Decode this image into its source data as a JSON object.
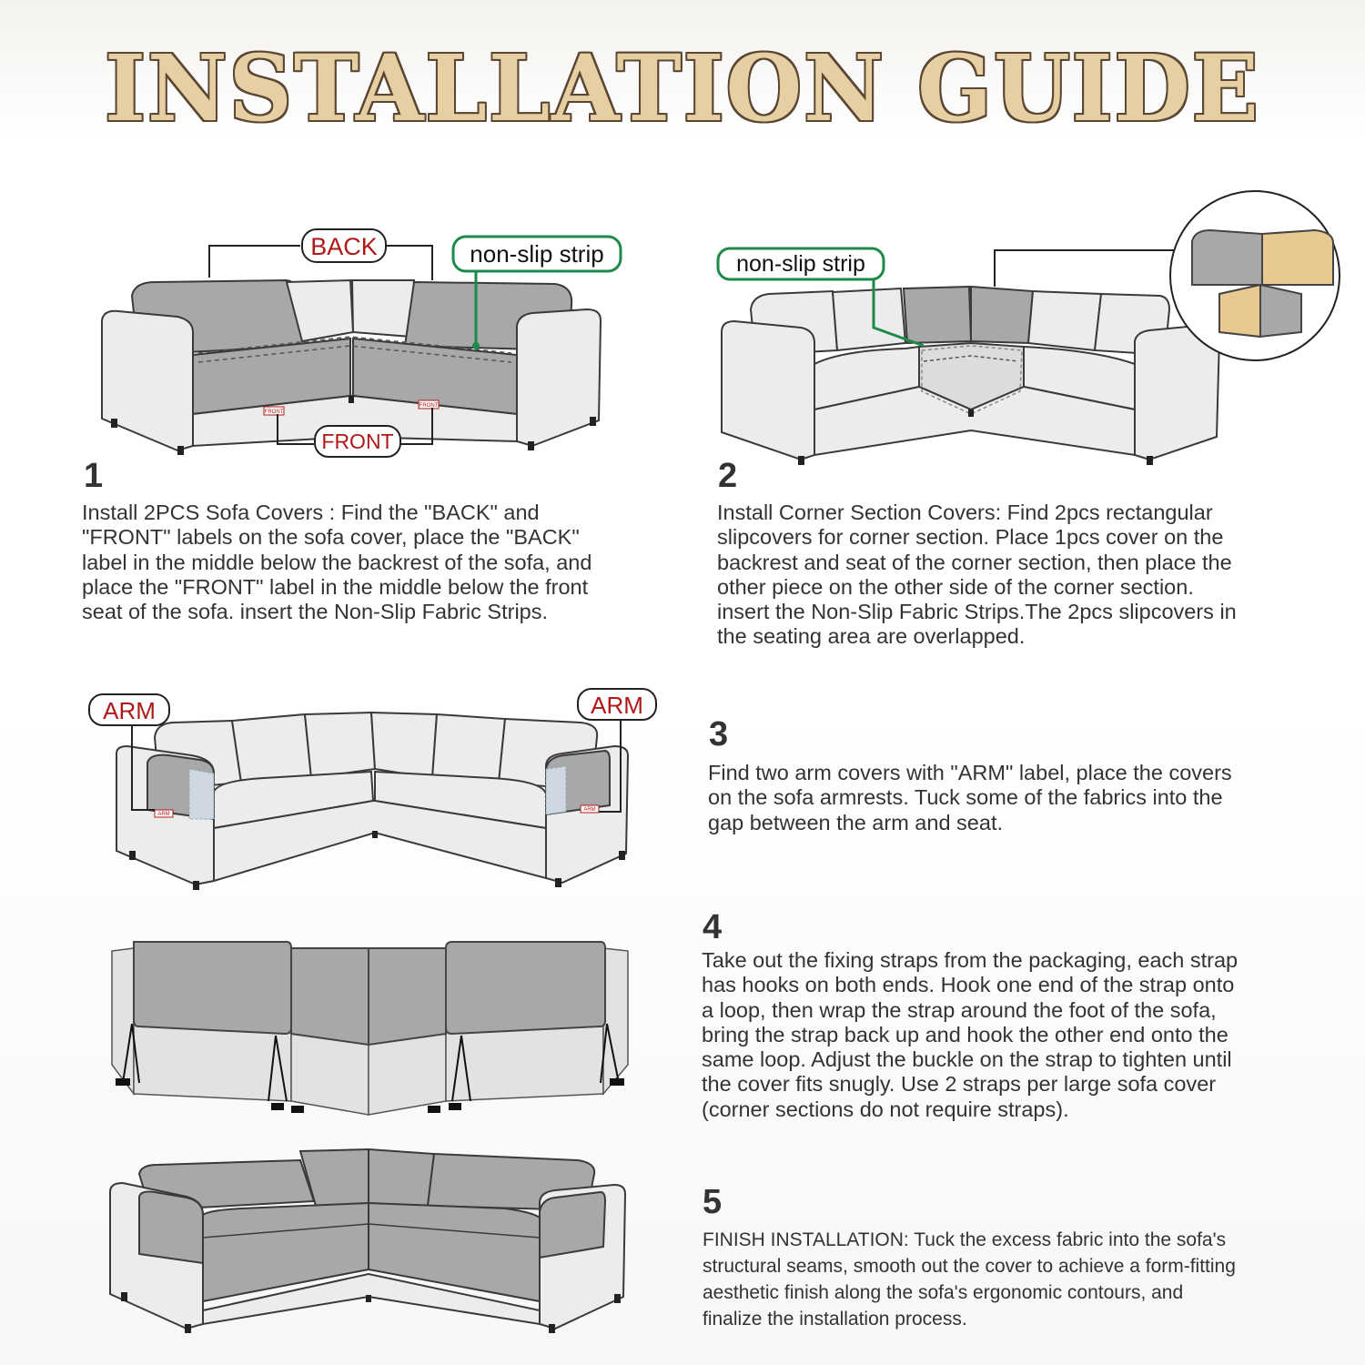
{
  "title": "INSTALLATION GUIDE",
  "labels": {
    "back": "BACK",
    "front": "FRONT",
    "non_slip_strip": "non-slip strip",
    "arm": "ARM",
    "front_tag": "FRONT",
    "arm_tag": "ARM"
  },
  "colors": {
    "cover_grey": "#a8a8a8",
    "sofa_light": "#ececec",
    "outline": "#3a3a3a",
    "label_red": "#b01818",
    "strip_green": "#1e8a4a",
    "title_fill": "#e6cfa3",
    "title_stroke": "#5a4632",
    "beige": "#e8c98f"
  },
  "steps": [
    {
      "number": "1",
      "text": "Install 2PCS Sofa Covers : Find the \"BACK\" and\n\"FRONT\" labels on the sofa cover, place the \"BACK\"\nlabel in the middle below the backrest of the sofa, and\nplace the \"FRONT\" label in the middle below the front\nseat of the sofa. insert the Non-Slip Fabric Strips."
    },
    {
      "number": "2",
      "text": "Install Corner Section Covers: Find 2pcs rectangular\nslipcovers for corner section. Place 1pcs cover on the\nbackrest and seat of the corner section, then place the\nother piece on the other side of the corner section.\ninsert the Non-Slip Fabric Strips.The 2pcs slipcovers in\nthe seating area are overlapped."
    },
    {
      "number": "3",
      "text": "Find two arm covers with \"ARM\" label, place the covers\non the sofa armrests. Tuck some of the fabrics into the\ngap between the arm and seat."
    },
    {
      "number": "4",
      "text": "Take out the fixing straps from the packaging, each strap\nhas hooks on both ends. Hook one end of the strap onto\na loop, then wrap the strap around the foot of the sofa,\nbring the strap back up and hook the other end onto the\nsame loop. Adjust the buckle on the strap to tighten until\nthe cover fits snugly. Use 2 straps per large sofa cover\n(corner sections do not require straps)."
    },
    {
      "number": "5",
      "text": "FINISH INSTALLATION: Tuck the excess fabric into the sofa's\nstructural seams, smooth out the cover to achieve a form-fitting\naesthetic finish along the sofa's ergonomic contours, and\nfinalize the installation process."
    }
  ]
}
